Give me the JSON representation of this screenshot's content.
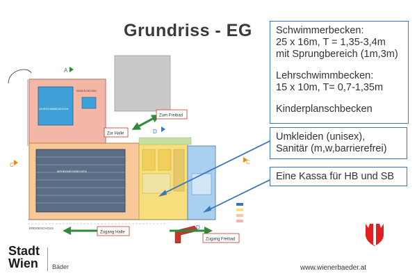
{
  "title": "Grundriss - EG",
  "info_box": {
    "line1": "Schwimmerbecken:",
    "line2": "25 x 16m, T = 1,35-3,4m",
    "line3": "mit Sprungbereich (1m,3m)",
    "line4": "Lehrschwimmbecken:",
    "line5": "15 x 10m, T= 0,7-1,35m",
    "line6": "Kinderplanschbecken"
  },
  "changing_box": {
    "line1": "Umkleiden (unisex),",
    "line2": "Sanitär (m,w,barrierefrei)"
  },
  "kassa_box": {
    "text": "Eine Kassa für HB und SB"
  },
  "plan": {
    "label_freibad_top": "Zum Freibad",
    "label_halle_top": "Zur Halle",
    "label_zugang_halle": "Zugang Halle",
    "label_zugang_freibad": "Zugang Freibad",
    "label_floor": "ERDGESCHOSS",
    "label_lehr": "LEHRSCHWIMM-BECKEN",
    "label_mehrzweck": "MEHRZWECKBECKEN",
    "label_kinder": "KINDER-BECKEN",
    "marker_a": "A",
    "marker_c_left": "C",
    "marker_c_right": "C",
    "marker_d_top": "D",
    "marker_d_bottom": "D"
  },
  "brand": {
    "line1": "Stadt",
    "line2": "Wien",
    "sub": "Bäder"
  },
  "url": "www.wienerbaeder.at",
  "colors": {
    "accent_blue": "#3d74b8",
    "label_red": "#c0392b",
    "arrow_green": "#2e8b3a"
  }
}
